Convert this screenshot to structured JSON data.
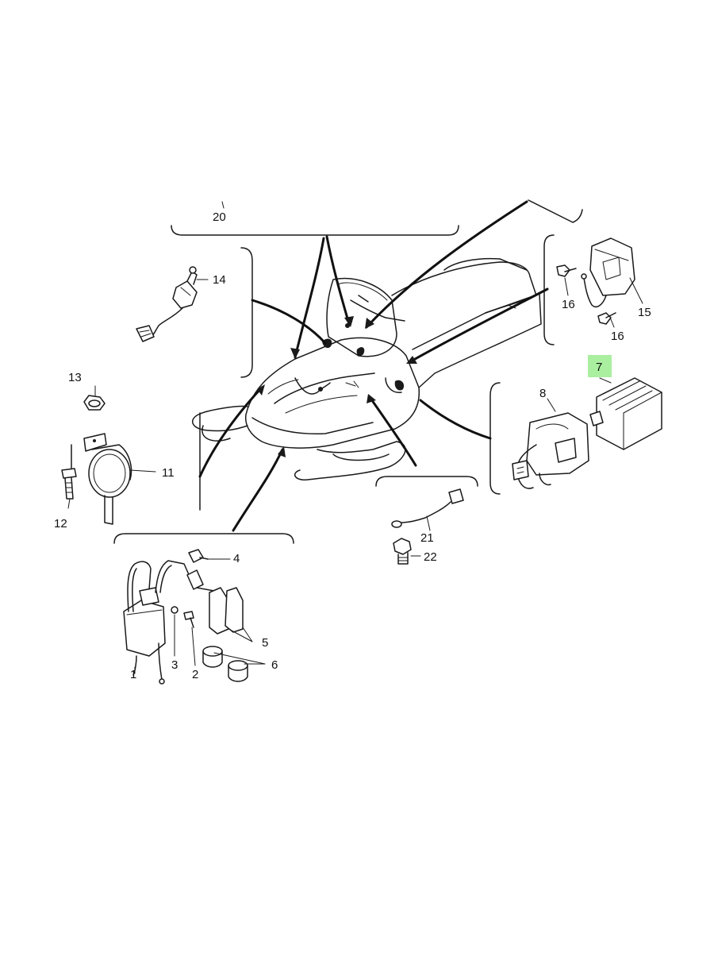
{
  "colors": {
    "background": "#ffffff",
    "ink": "#1a1a1a",
    "highlight": "#a9ef9f"
  },
  "callouts": [
    {
      "id": "c1",
      "label": "1"
    },
    {
      "id": "c2",
      "label": "2"
    },
    {
      "id": "c3",
      "label": "3"
    },
    {
      "id": "c4",
      "label": "4"
    },
    {
      "id": "c5",
      "label": "5"
    },
    {
      "id": "c6",
      "label": "6"
    },
    {
      "id": "c7",
      "label": "7",
      "highlighted": true
    },
    {
      "id": "c8",
      "label": "8"
    },
    {
      "id": "c11",
      "label": "11"
    },
    {
      "id": "c12",
      "label": "12"
    },
    {
      "id": "c13",
      "label": "13"
    },
    {
      "id": "c14",
      "label": "14"
    },
    {
      "id": "c15",
      "label": "15"
    },
    {
      "id": "c16a",
      "label": "16"
    },
    {
      "id": "c16b",
      "label": "16"
    },
    {
      "id": "c20",
      "label": "20"
    },
    {
      "id": "c21",
      "label": "21"
    },
    {
      "id": "c22",
      "label": "22"
    }
  ],
  "icons": [
    "snowmobile-icon",
    "ignition-coil-icon",
    "cdi-unit-icon",
    "voltage-regulator-icon",
    "horn-icon",
    "switch-icon",
    "wire-lead-icon",
    "sensor-icon"
  ]
}
